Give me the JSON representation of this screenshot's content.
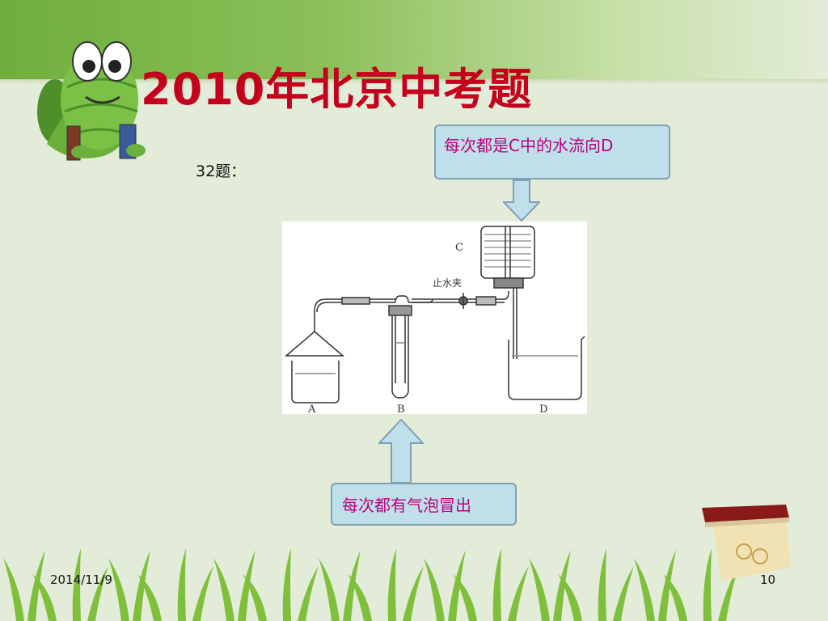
{
  "slide": {
    "title": "2010年北京中考题",
    "question_label": "32题：",
    "callout_top": "每次都是C中的水流向D",
    "callout_bottom": "每次都有气泡冒出",
    "diagram_labels": {
      "c": "C",
      "clamp": "止水夹",
      "a": "A",
      "b": "B",
      "d": "D"
    },
    "footer": {
      "date": "2014/11/9",
      "page": "10"
    }
  },
  "colors": {
    "title": "#c4001c",
    "callout_text": "#c0007a",
    "callout_fill": "#bfe0ea",
    "band": "#6fae3c"
  },
  "icons": [
    "mascot-worm-icon",
    "book-glasses-icon",
    "grass-border-icon",
    "down-arrow-icon",
    "up-arrow-icon"
  ]
}
